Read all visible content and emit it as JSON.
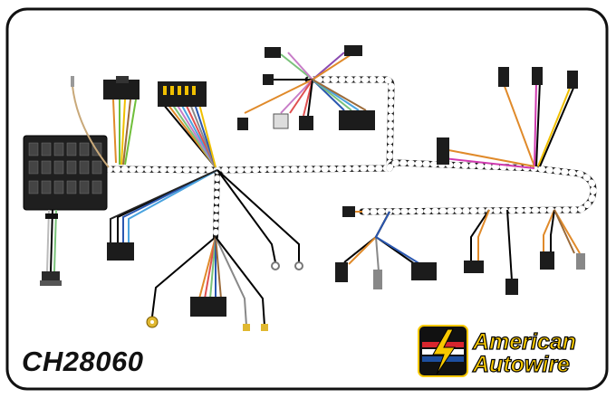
{
  "part_number": "CH28060",
  "brand": {
    "line1": "American",
    "line2": "Autowire"
  },
  "colors": {
    "harness": "#1a1a1a",
    "tape": "#ffffff",
    "logo_yellow": "#f7c800",
    "logo_red": "#d8262e",
    "logo_blue": "#1d4fa0"
  },
  "icons": [
    "lightning-bolt-icon",
    "fuse-box-icon",
    "connector-icon",
    "ring-terminal-icon"
  ]
}
